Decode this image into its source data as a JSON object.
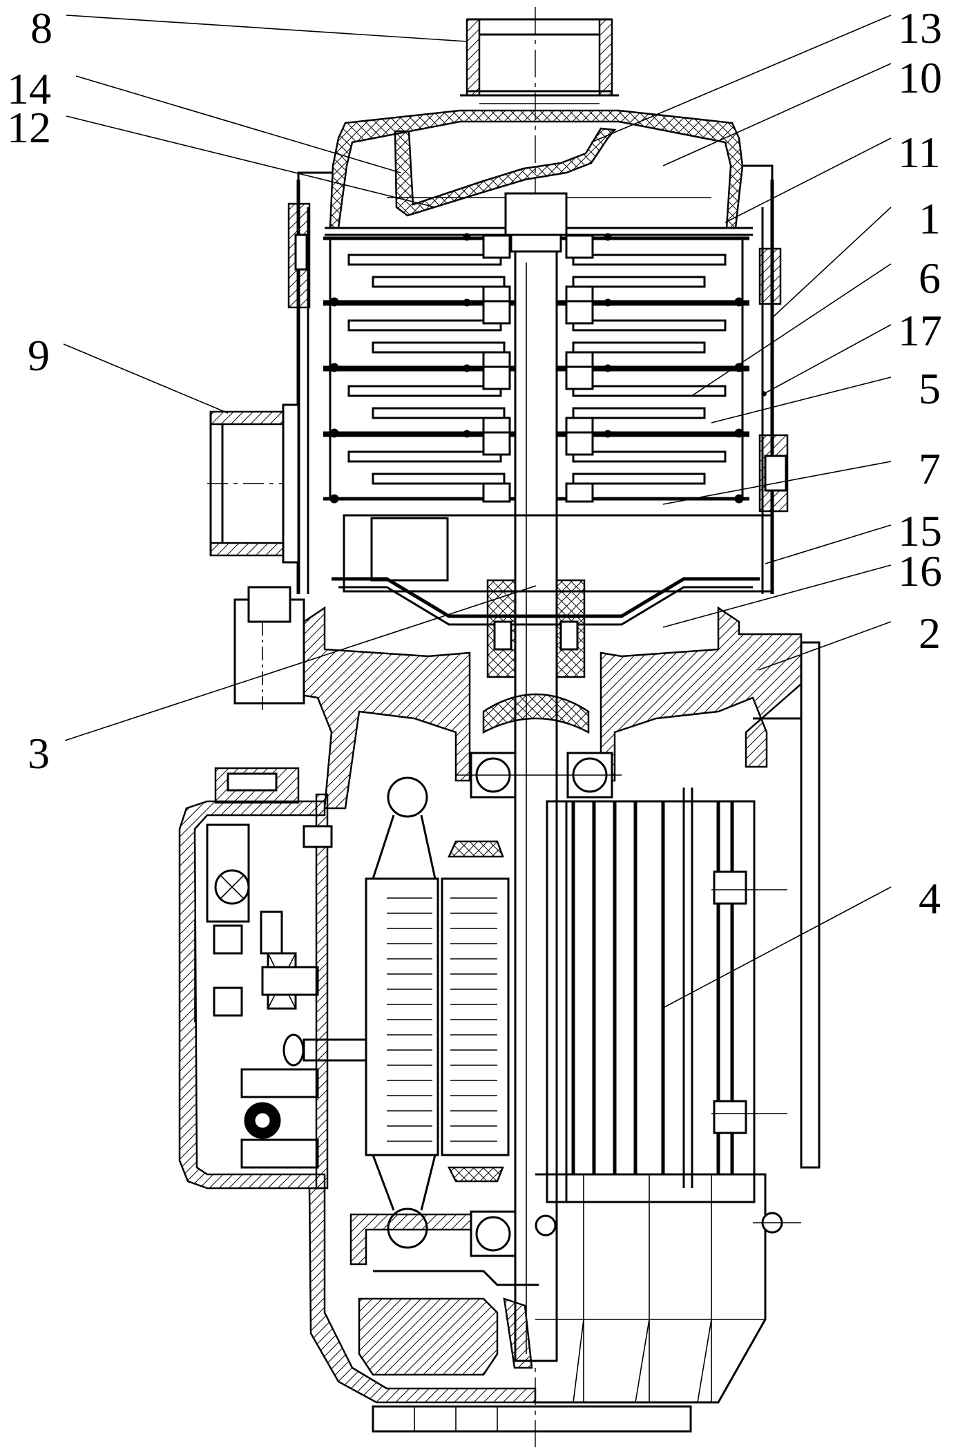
{
  "figure": {
    "labels": [
      {
        "key": "l8",
        "text": "8"
      },
      {
        "key": "l14",
        "text": "14"
      },
      {
        "key": "l12",
        "text": "12"
      },
      {
        "key": "l13",
        "text": "13"
      },
      {
        "key": "l10",
        "text": "10"
      },
      {
        "key": "l11",
        "text": "11"
      },
      {
        "key": "l1",
        "text": "1"
      },
      {
        "key": "l6",
        "text": "6"
      },
      {
        "key": "l17",
        "text": "17"
      },
      {
        "key": "l5",
        "text": "5"
      },
      {
        "key": "l9",
        "text": "9"
      },
      {
        "key": "l7",
        "text": "7"
      },
      {
        "key": "l15",
        "text": "15"
      },
      {
        "key": "l16",
        "text": "16"
      },
      {
        "key": "l2",
        "text": "2"
      },
      {
        "key": "l3",
        "text": "3"
      },
      {
        "key": "l4",
        "text": "4"
      }
    ]
  },
  "colors": {
    "line": "#000000",
    "background": "#ffffff"
  }
}
